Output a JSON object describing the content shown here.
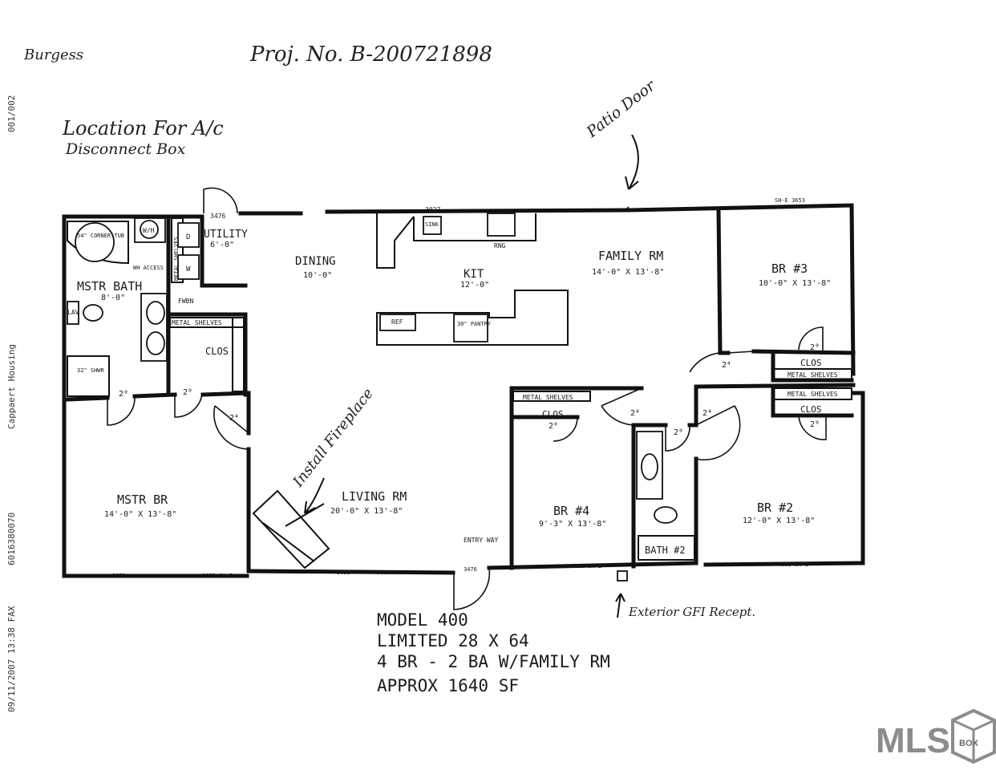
{
  "notes": {
    "burgess": "Burgess",
    "project": "Proj. No. B-200721898",
    "ac_line1": "Location For A/c",
    "ac_line2": "Disconnect Box",
    "patio": "Patio Door",
    "fireplace": "Install Fireplace",
    "gfi": "Exterior GFI Recept."
  },
  "fax_header": {
    "date": "09/11/2007 13:38 FAX",
    "number": "6016380070",
    "sender": "Cappaert Housing",
    "page": "001/002"
  },
  "rooms": {
    "master_bath": "MSTR BATH",
    "master_bath_dim": "8'-0\"",
    "corner_tub": "54\" CORNER TUB",
    "wh": "W/H",
    "wh_access": "WH ACCESS",
    "dryer": "D",
    "washer": "W",
    "metal_shelves_v": "METAL SHELVES",
    "lav": "LAV",
    "shower": "32\" SHWR",
    "utility": "UTILITY",
    "utility_dim": "6'-0\"",
    "fwbn": "FWBN",
    "metal_shelves_clos": "METAL SHELVES",
    "clos": "CLOS",
    "dining": "DINING",
    "dining_dim": "10'-0\"",
    "kit": "KIT",
    "kit_dim": "12'-0\"",
    "sink": "SINK",
    "rng": "RNG",
    "ref": "REF",
    "pantry": "30\" PANTRY",
    "family": "FAMILY RM",
    "family_dim": "14'-0\" X 13'-8\"",
    "br3": "BR #3",
    "br3_dim": "10'-0\" X 13'-8\"",
    "br3_clos": "CLOS",
    "br3_shelves": "METAL SHELVES",
    "br2_shelves": "METAL SHELVES",
    "br2_clos": "CLOS",
    "br2": "BR #2",
    "br2_dim": "12'-0\" X 13'-8\"",
    "br4_shelves": "METAL SHELVES",
    "br4_clos": "CLOS",
    "br4": "BR #4",
    "br4_dim": "9'-3\" X 13'-8\"",
    "bath2": "BATH #2",
    "master_br": "MSTR BR",
    "master_br_dim": "14'-0\" X 13'-8\"",
    "living": "LIVING RM",
    "living_dim": "20'-0\" X 13'-8\"",
    "entry": "ENTRY WAY"
  },
  "codes": {
    "door_3476_top": "3476",
    "window_3027": "3027",
    "window_shb_3653_top": "SH-E 3653",
    "door_20": "2⁰",
    "door_24": "2⁴",
    "window_3653_a": "3053",
    "window_3653_b": "3053 SH-E",
    "window_3653_c": "3053",
    "window_3053_d": "3053",
    "door_3476_bottom": "3476",
    "window_3053_e": "3053 SH-E",
    "window_4653": "4653 SH-E"
  },
  "model": {
    "line1": "MODEL 400",
    "line2": "LIMITED 28 X 64",
    "line3": "4 BR - 2 BA W/FAMILY RM",
    "line4": "APPROX 1640 SF"
  },
  "logo": {
    "text": "MLS",
    "box_letters": "BOX",
    "color": "#8c8c8c",
    "accent": "#6a6a6a"
  }
}
